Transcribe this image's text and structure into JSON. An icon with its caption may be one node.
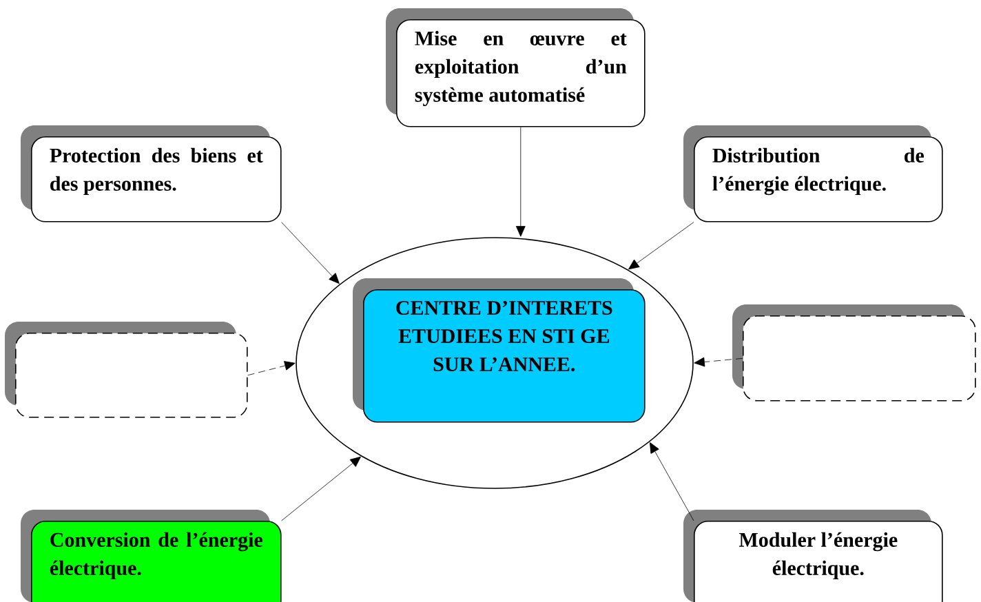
{
  "diagram": {
    "nodes": [
      {
        "text": [],
        "shape": "ellipse"
      },
      {
        "text": [
          "CENTRE D’INTERETS ETUDIEES EN STI GE SUR L’ANNEE."
        ],
        "in": 0
      },
      {
        "text": [
          "Mise en œuvre et exploitation d’un système automatisé"
        ]
      },
      {
        "text": [
          "Protection des biens et des personnes."
        ]
      },
      {
        "text": [
          "Distribution de l’énergie électrique."
        ]
      },
      {
        "text": [],
        "shape": "box"
      },
      {
        "text": [],
        "shape": "box"
      },
      {
        "text": [
          "Conversion de l’énergie électrique."
        ]
      },
      {
        "text": [
          "Moduler l’énergie électrique."
        ]
      }
    ],
    "edges": [
      {
        "from": 2,
        "to": 0,
        "arrow": "to"
      },
      {
        "from": 3,
        "to": 0,
        "arrow": "to"
      },
      {
        "from": 4,
        "to": 0,
        "arrow": "to"
      },
      {
        "from": 5,
        "to": 0,
        "arrow": "to",
        "style": "dashed"
      },
      {
        "from": 6,
        "to": 0,
        "arrow": "to",
        "style": "dashed"
      },
      {
        "from": 7,
        "to": 0,
        "arrow": "to"
      },
      {
        "from": 8,
        "to": 0,
        "arrow": "to"
      }
    ]
  }
}
